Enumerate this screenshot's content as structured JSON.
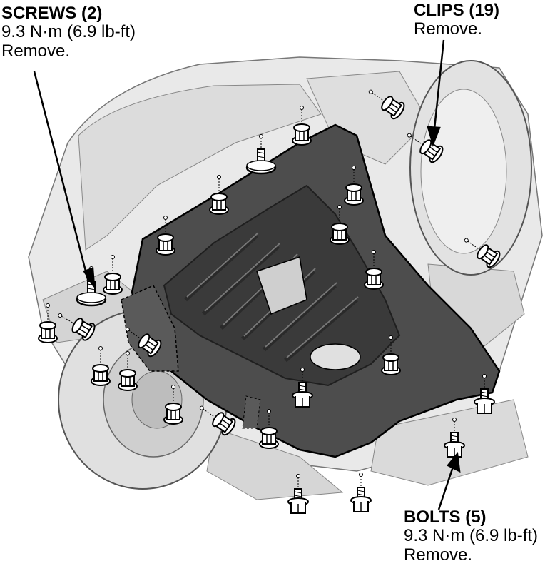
{
  "callouts": {
    "screws": {
      "title": "SCREWS (2)",
      "torque": "9.3 N·m (6.9 lb-ft)",
      "action": "Remove."
    },
    "clips": {
      "title": "CLIPS (19)",
      "action": "Remove."
    },
    "bolts": {
      "title": "BOLTS (5)",
      "torque": "9.3 N·m (6.9 lb-ft)",
      "action": "Remove."
    }
  },
  "colors": {
    "undercover": "#4d4d4d",
    "undercover_rib": "#2e2e2e",
    "body_light": "#e6e6e6",
    "body_mid": "#cfcfcf",
    "tire": "#dadada",
    "outline": "#000000"
  },
  "parts": [
    {
      "kind": "screw",
      "icon": "screw-icon"
    },
    {
      "kind": "clip",
      "icon": "push-clip-icon"
    },
    {
      "kind": "bolt",
      "icon": "flange-bolt-icon"
    }
  ]
}
